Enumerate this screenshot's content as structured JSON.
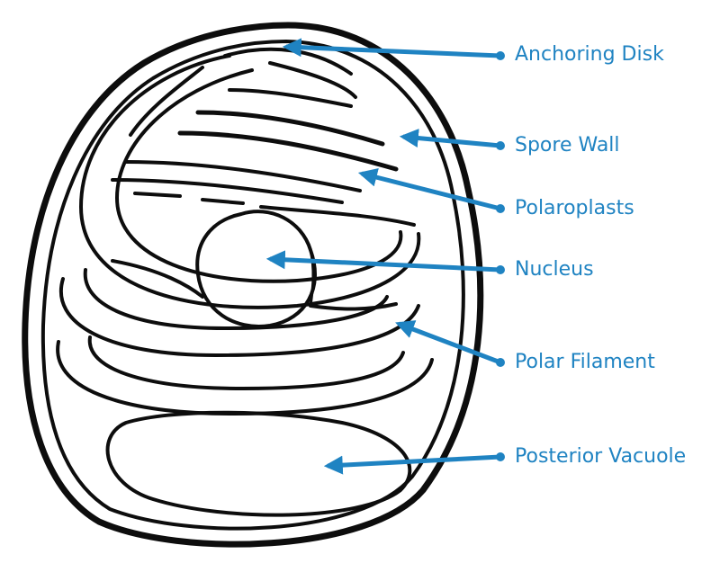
{
  "diagram": {
    "accent_color": "#1f83c2",
    "ink_color": "#0d0d0d",
    "labels": [
      {
        "id": "anchoring-disk",
        "text": "Anchoring Disk"
      },
      {
        "id": "spore-wall",
        "text": "Spore Wall"
      },
      {
        "id": "polaroplasts",
        "text": "Polaroplasts"
      },
      {
        "id": "nucleus",
        "text": "Nucleus"
      },
      {
        "id": "polar-filament",
        "text": "Polar Filament"
      },
      {
        "id": "posterior-vacuole",
        "text": "Posterior Vacuole"
      }
    ]
  }
}
